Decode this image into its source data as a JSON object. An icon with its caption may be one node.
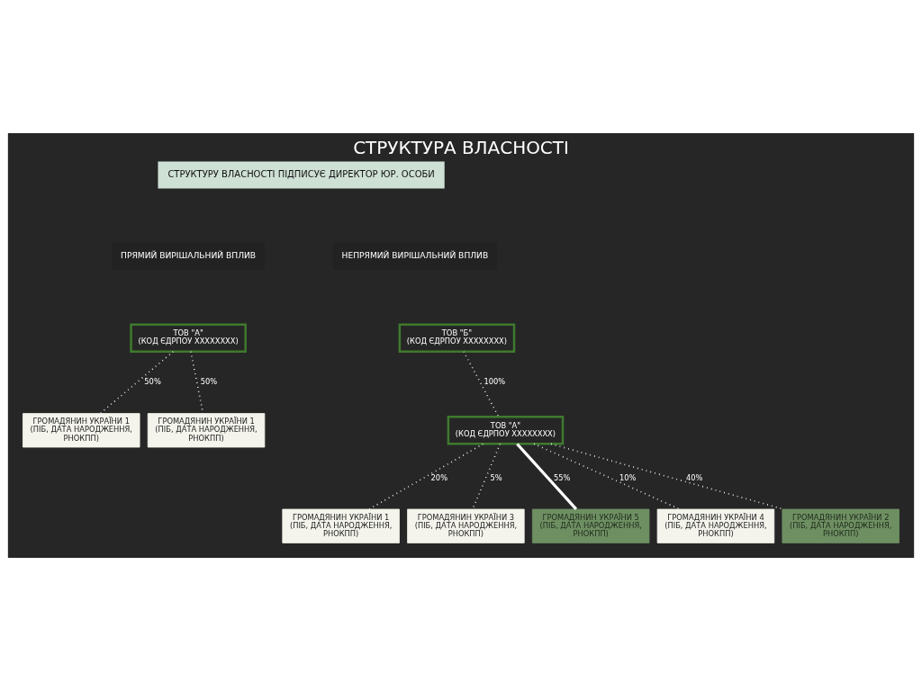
{
  "diagram": {
    "title": "СТРУКТУРА ВЛАСНОСТІ",
    "nodes": [
      {
        "text": [
          "ТОВ \"А\"",
          "(КОД ЄДРПОУ XXXXXXXX)"
        ]
      },
      {
        "text": [
          "ГРОМАДЯНИН УКРАЇНИ 1 (ПІБ, ДАТА НАРОДЖЕННЯ, РНОКПП)"
        ]
      },
      {
        "text": [
          "ГРОМАДЯНИН УКРАЇНИ 1 (ПІБ, ДАТА НАРОДЖЕННЯ, РНОКПП)"
        ]
      },
      {
        "text": [
          "ТОВ \"Б\"",
          "(КОД ЄДРПОУ XXXXXXXX)"
        ]
      },
      {
        "text": [
          "ТОВ \"А\"",
          "(КОД ЄДРПОУ XXXXXXXX)"
        ]
      },
      {
        "text": [
          "ГРОМАДЯНИН УКРАЇНИ 1 (ПІБ, ДАТА НАРОДЖЕННЯ, РНОКПП)"
        ]
      },
      {
        "text": [
          "ГРОМАДЯНИН УКРАЇНИ 3 (ПІБ, ДАТА НАРОДЖЕННЯ, РНОКПП)"
        ]
      },
      {
        "text": [
          "ГРОМАДЯНИН УКРАЇНИ 5 (ПІБ, ДАТА НАРОДЖЕННЯ, РНОКПП)"
        ]
      },
      {
        "text": [
          "ГРОМАДЯНИН УКРАЇНИ 4 (ПІБ, ДАТА НАРОДЖЕННЯ, РНОКПП)"
        ]
      },
      {
        "text": [
          "ГРОМАДЯНИН УКРАЇНИ 2 (ПІБ, ДАТА НАРОДЖЕННЯ, РНОКПП)"
        ]
      }
    ],
    "edges": [
      {
        "from": 0,
        "to": 1,
        "arrow": "none",
        "label": "50%",
        "style": "dashed"
      },
      {
        "from": 0,
        "to": 2,
        "arrow": "none",
        "label": "50%",
        "style": "dashed"
      },
      {
        "from": 3,
        "to": 4,
        "arrow": "none",
        "label": "100%",
        "style": "dashed"
      },
      {
        "from": 4,
        "to": 5,
        "arrow": "none",
        "label": "20%",
        "style": "dashed"
      },
      {
        "from": 4,
        "to": 6,
        "arrow": "none",
        "label": "5%",
        "style": "dashed"
      },
      {
        "from": 4,
        "to": 7,
        "arrow": "none",
        "label": "55%",
        "style": "thick"
      },
      {
        "from": 4,
        "to": 8,
        "arrow": "none",
        "label": "10%",
        "style": "dashed"
      },
      {
        "from": 4,
        "to": 9,
        "arrow": "none",
        "label": "40%",
        "style": "dashed"
      }
    ],
    "labels": [
      "СТРУКТУРУ ВЛАСНОСТІ ПІДПИСУЄ ДИРЕКТОР ЮР. ОСОБИ",
      "ПРЯМИЙ ВИРІШАЛЬНИЙ ВПЛИВ",
      "НЕПРЯМИЙ ВИРІШАЛЬНИЙ ВПЛИВ"
    ]
  }
}
